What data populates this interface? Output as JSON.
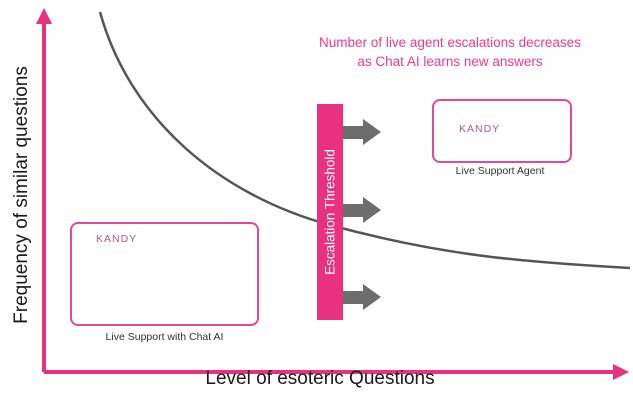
{
  "axes": {
    "y_label": "Frequency of similar questions",
    "x_label": "Level of esoteric Questions"
  },
  "annotation": {
    "line1": "Number of live agent escalations decreases",
    "line2": "as Chat AI learns new answers"
  },
  "threshold": {
    "label": "Escalation Threshold"
  },
  "chat_card": {
    "brand": "KANDY",
    "caption": "Live Support with Chat AI",
    "icons": [
      "ai-brain-head-icon",
      "watson-globe-icon"
    ]
  },
  "agent_card": {
    "brand": "KANDY",
    "caption": "Live Support Agent",
    "icons": [
      "headset-agent-icon"
    ]
  },
  "colors": {
    "accent": "#e8317f",
    "curve": "#555555",
    "arrow": "#6d6d6d",
    "text": "#1a1a1a"
  }
}
